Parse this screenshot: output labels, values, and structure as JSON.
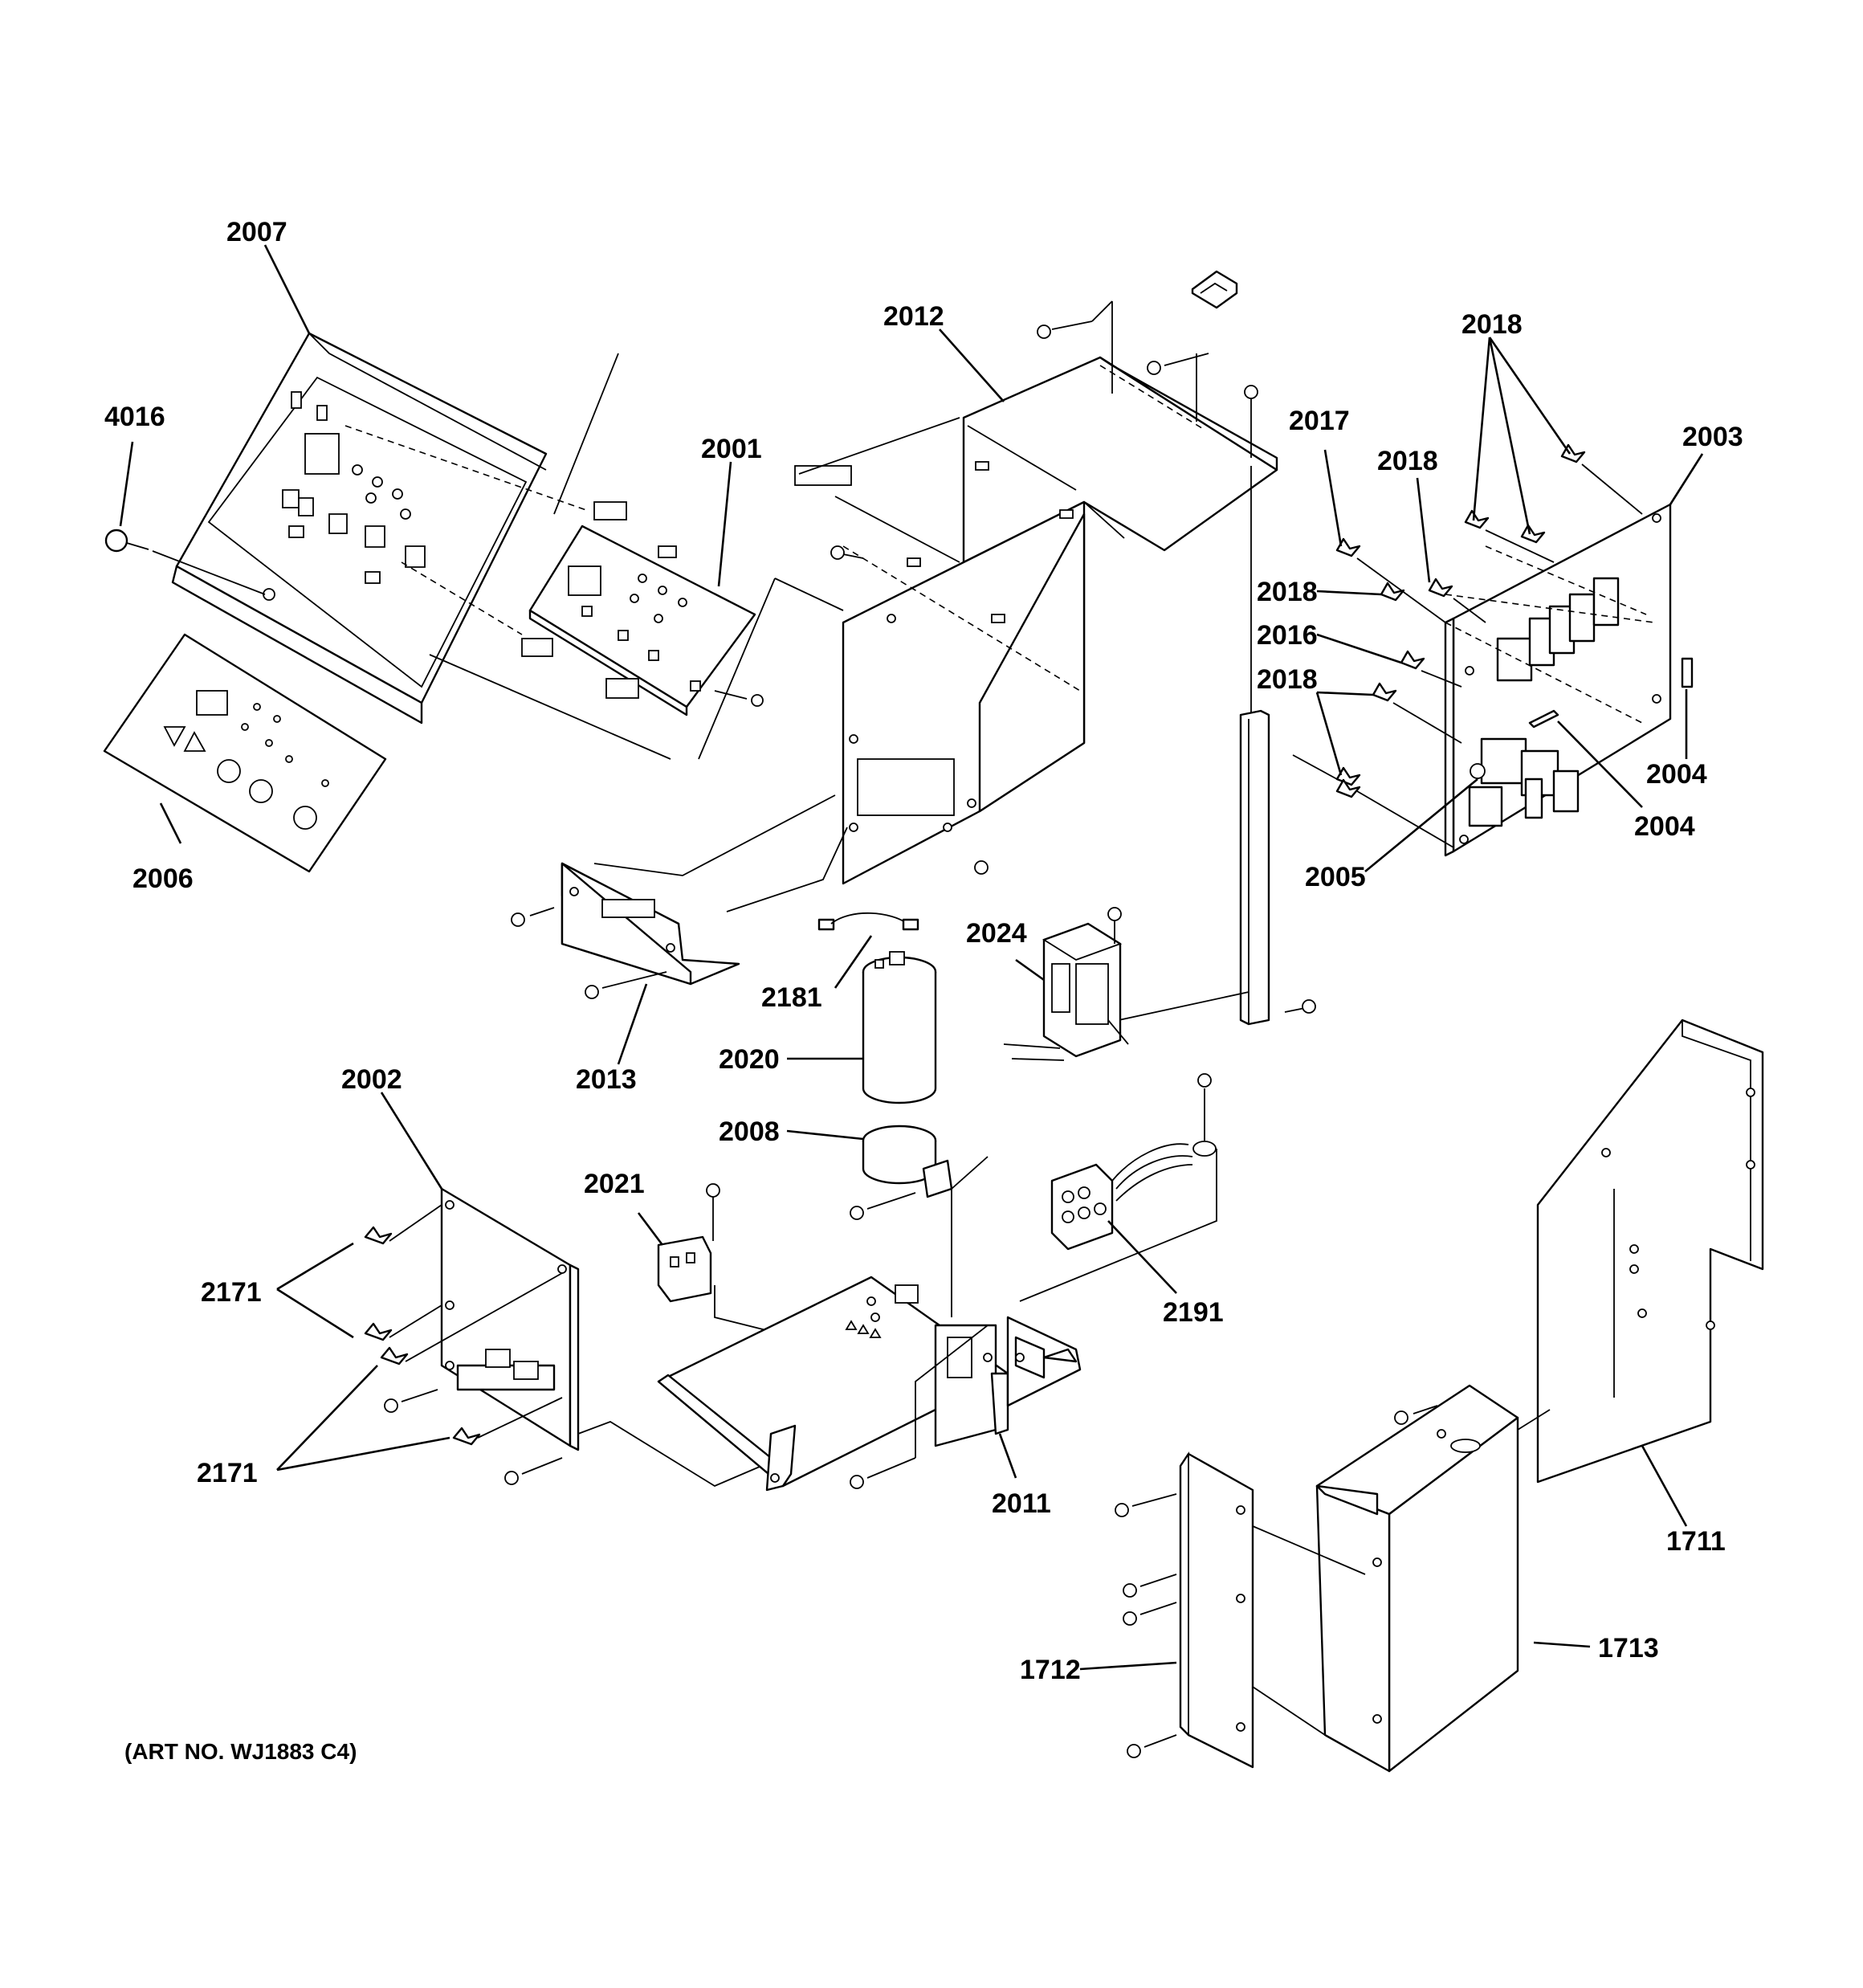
{
  "labels": {
    "p2007": "2007",
    "p4016": "4016",
    "p2001": "2001",
    "p2006": "2006",
    "p2012": "2012",
    "p2018_top": "2018",
    "p2017": "2017",
    "p2018_b": "2018",
    "p2003": "2003",
    "p2018_c": "2018",
    "p2016": "2016",
    "p2018_d": "2018",
    "p2004_a": "2004",
    "p2004_b": "2004",
    "p2005": "2005",
    "p2024": "2024",
    "p2181": "2181",
    "p2013": "2013",
    "p2020": "2020",
    "p2008": "2008",
    "p2002": "2002",
    "p2021": "2021",
    "p2191": "2191",
    "p2171_a": "2171",
    "p2171_b": "2171",
    "p2011": "2011",
    "p1711": "1711",
    "p1712": "1712",
    "p1713": "1713"
  },
  "art_number": "(ART NO. WJ1883 C4)"
}
